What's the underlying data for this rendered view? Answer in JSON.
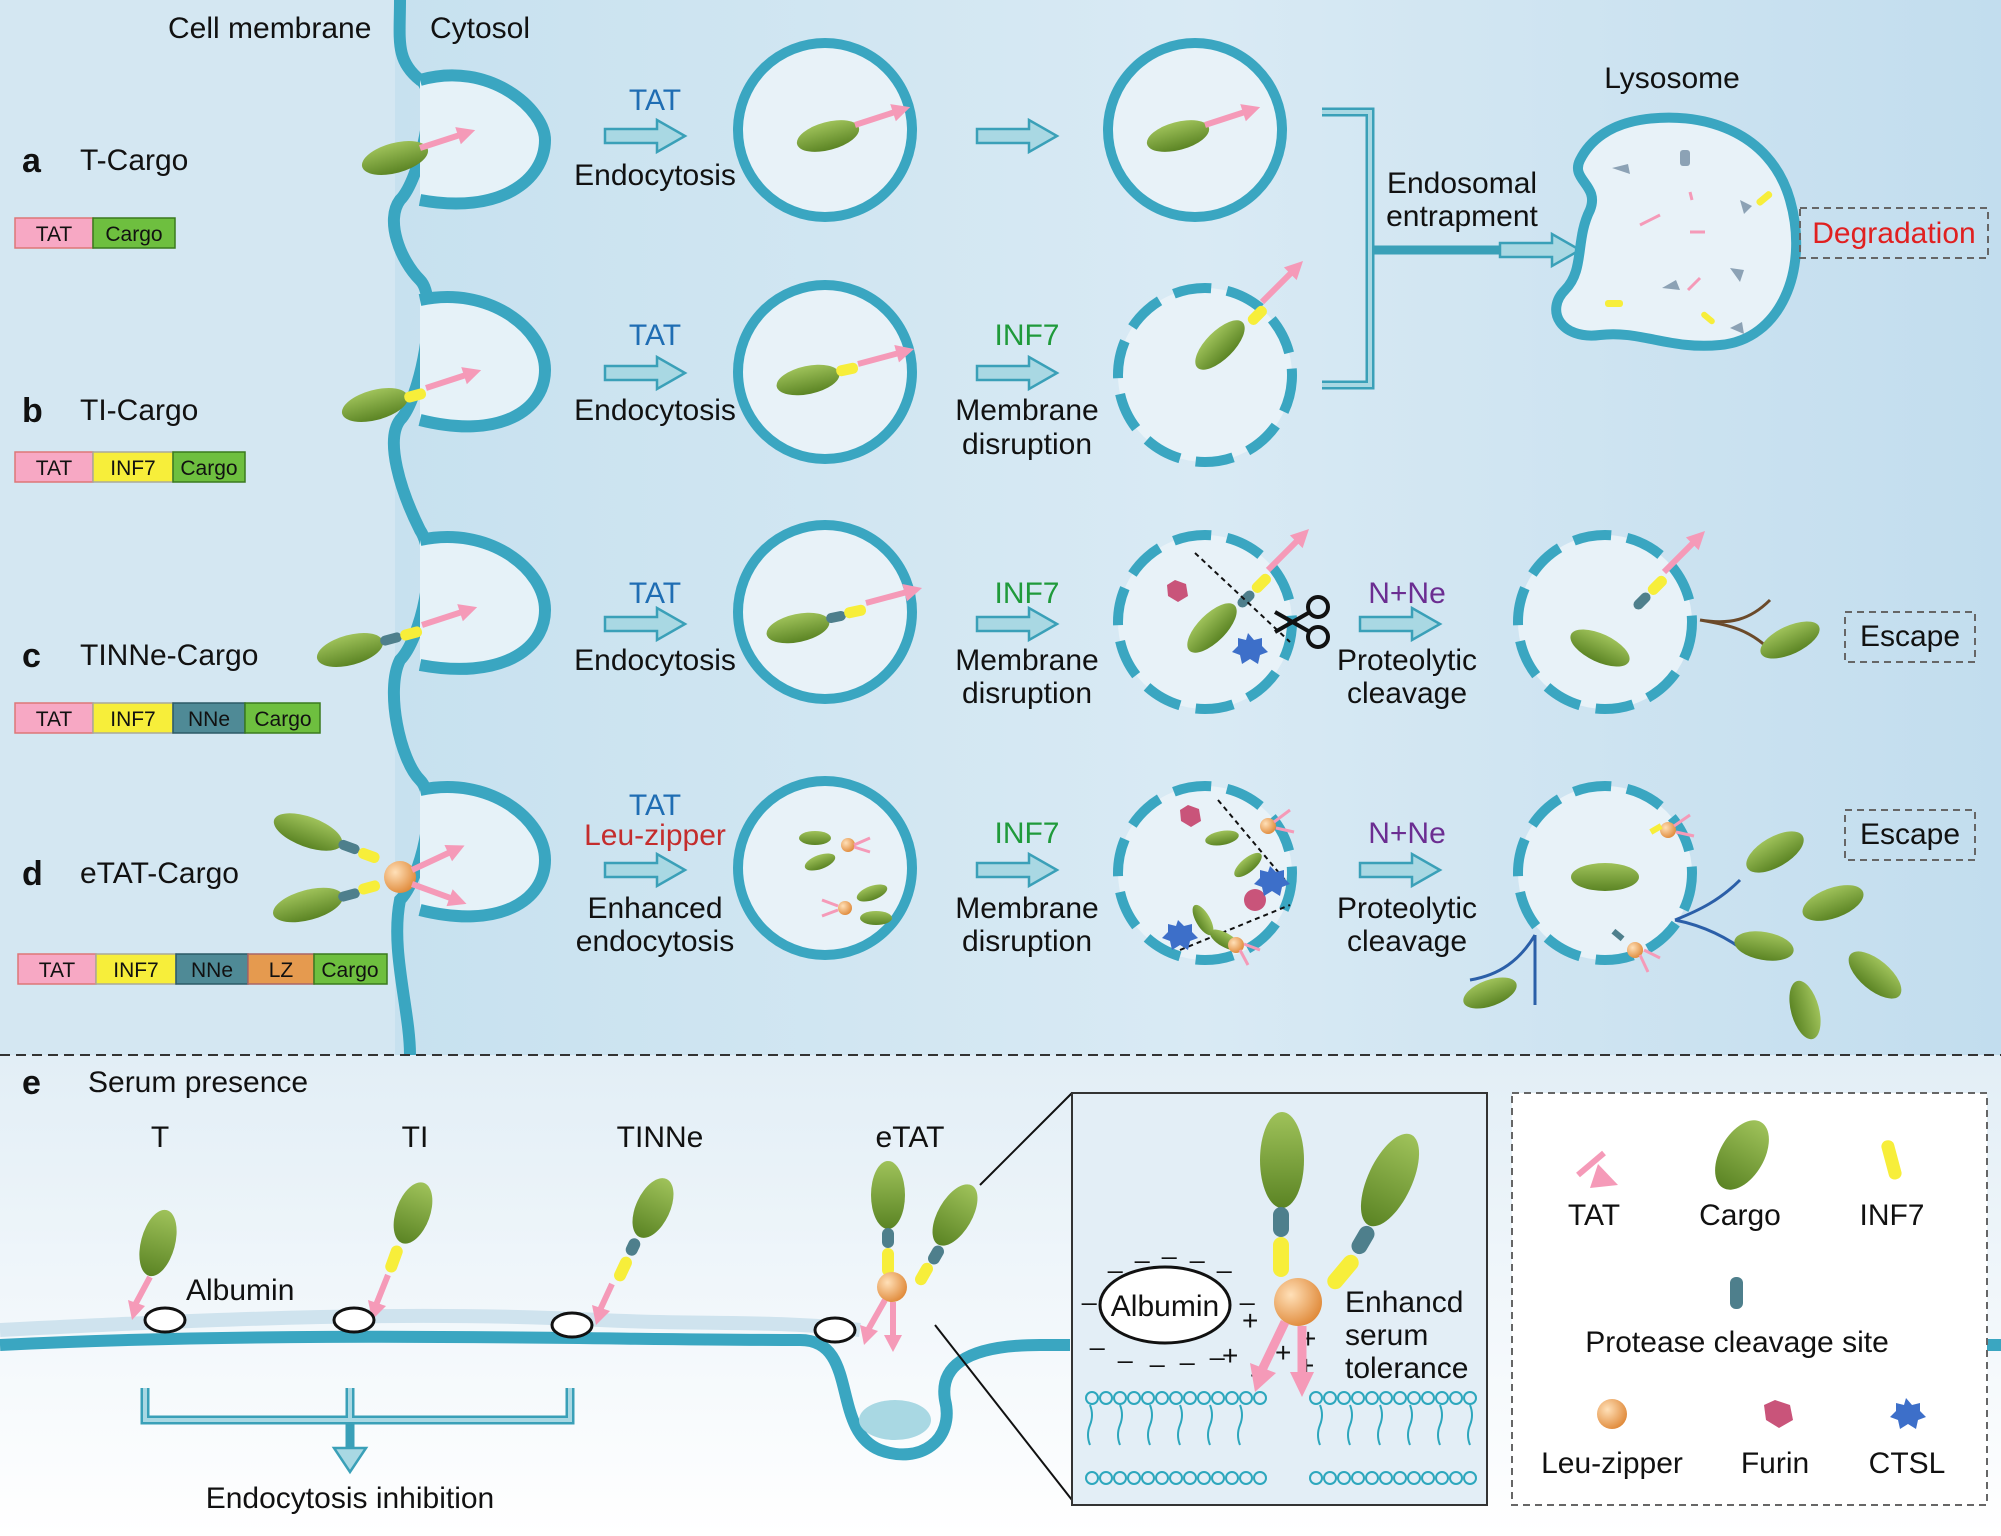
{
  "header": {
    "membrane": "Cell membrane",
    "cytosol": "Cytosol"
  },
  "rows": [
    {
      "letter": "a",
      "name": "T-Cargo",
      "segments": [
        "TAT",
        "Cargo"
      ]
    },
    {
      "letter": "b",
      "name": "TI-Cargo",
      "segments": [
        "TAT",
        "INF7",
        "Cargo"
      ]
    },
    {
      "letter": "c",
      "name": "TINNe-Cargo",
      "segments": [
        "TAT",
        "INF7",
        "NNe",
        "Cargo"
      ]
    },
    {
      "letter": "d",
      "name": "eTAT-Cargo",
      "segments": [
        "TAT",
        "INF7",
        "NNe",
        "LZ",
        "Cargo"
      ]
    }
  ],
  "steps": {
    "tat": "TAT",
    "endocytosis": "Endocytosis",
    "leu_zipper": "Leu-zipper",
    "enhanced_1": "Enhanced",
    "enhanced_2": "endocytosis",
    "inf7": "INF7",
    "membrane": "Membrane",
    "disruption": "disruption",
    "nne": "N+Ne",
    "proteolytic": "Proteolytic",
    "cleavage": "cleavage",
    "endosomal": "Endosomal",
    "entrapment": "entrapment",
    "lysosome": "Lysosome",
    "degradation": "Degradation",
    "escape": "Escape"
  },
  "serum": {
    "letter": "e",
    "title": "Serum presence",
    "constructs": [
      "T",
      "TI",
      "TINNe",
      "eTAT"
    ],
    "albumin": "Albumin",
    "inhibition": "Endocytosis inhibition",
    "inset_albumin": "Albumin",
    "tolerance_1": "Enhancd",
    "tolerance_2": "serum",
    "tolerance_3": "tolerance"
  },
  "legend": {
    "tat": "TAT",
    "cargo": "Cargo",
    "inf7": "INF7",
    "cleavage_site": "Protease cleavage site",
    "leu_zipper": "Leu-zipper",
    "furin": "Furin",
    "ctsl": "CTSL"
  },
  "colors": {
    "membrane": "#3aa6c1",
    "cytosol": "#d7e9f4",
    "tat": "#f59ab8",
    "cargo": "#6f9b2e",
    "inf7": "#f7ee3a",
    "nne": "#4e7f8c",
    "lz": "#e59a4f",
    "degradation": "#e02020"
  }
}
